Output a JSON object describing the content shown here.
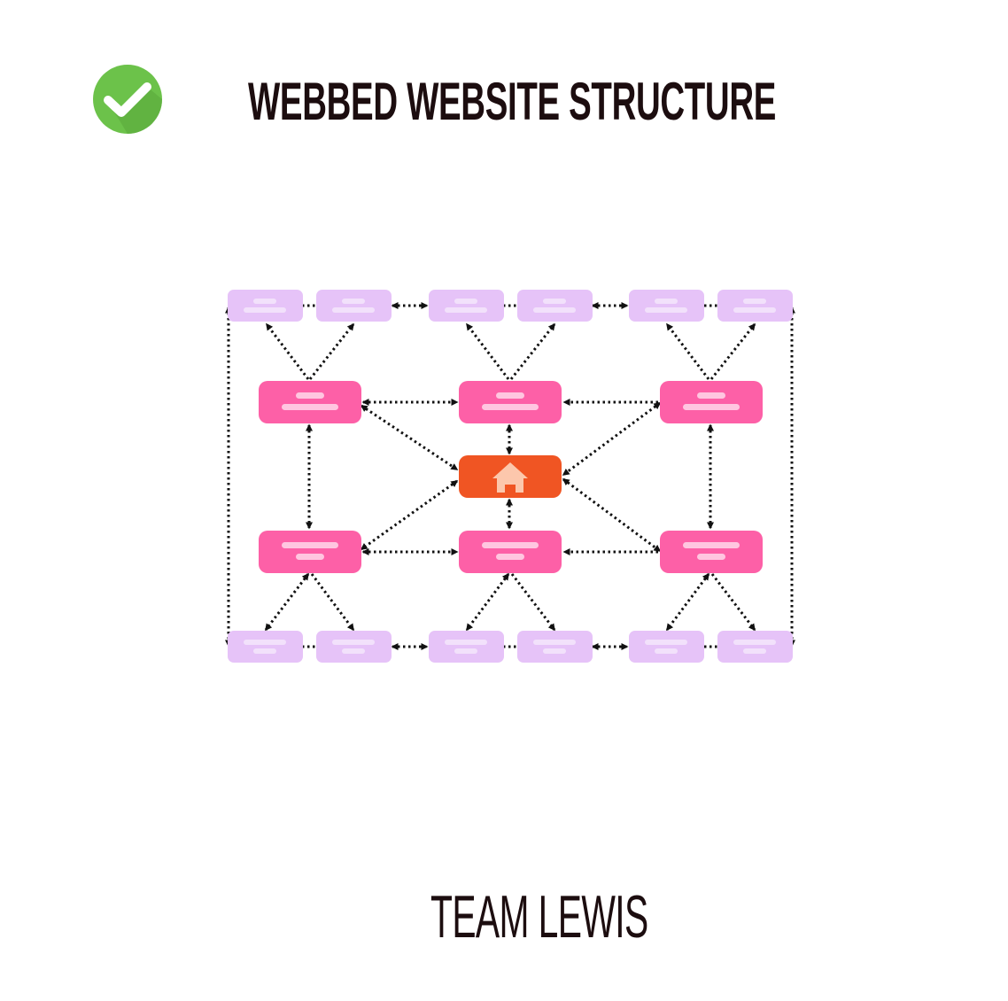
{
  "header": {
    "title": "WEBBED WEBSITE STRUCTURE",
    "badge_icon": "checkmark-circle-icon",
    "badge_color": "#6cc24a"
  },
  "diagram": {
    "home_icon": "home-icon",
    "colors": {
      "home": "#f05523",
      "category": "#fd60a7",
      "subpage": "#e6c3f8",
      "connector": "#111111",
      "placeholder_light": "#ffc6e0"
    },
    "levels": [
      "homepage",
      "category-pages",
      "sub-pages"
    ],
    "node_counts": {
      "homepage": 1,
      "category-pages": 6,
      "sub-pages": 12
    }
  },
  "footer": {
    "brand": "TEAM LEWIS"
  }
}
